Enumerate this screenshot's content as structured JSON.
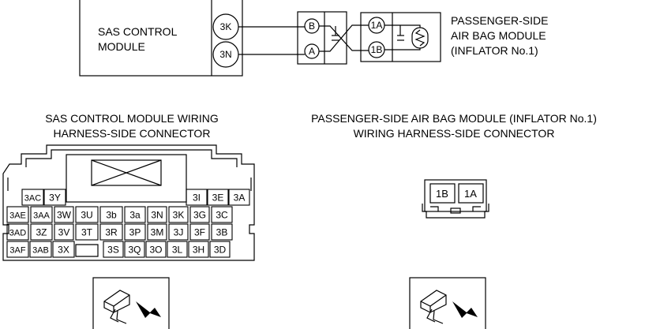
{
  "schematic": {
    "sas_module_line1": "SAS CONTROL",
    "sas_module_line2": "MODULE",
    "sas_pins": [
      "3K",
      "3N"
    ],
    "mid_connector_pins": [
      "B",
      "A"
    ],
    "airbag_pins": [
      "1A",
      "1B"
    ],
    "airbag_label_line1": "PASSENGER-SIDE",
    "airbag_label_line2": "AIR BAG MODULE",
    "airbag_label_line3": "(INFLATOR No.1)"
  },
  "sas_connector": {
    "title_line1": "SAS CONTROL MODULE WIRING",
    "title_line2": "HARNESS-SIDE CONNECTOR",
    "row1_left": [
      "3AC",
      "3Y"
    ],
    "row1_right": [
      "3I",
      "3E",
      "3A"
    ],
    "row2": [
      "3AE",
      "3AA",
      "3W",
      "3U",
      "3b",
      "3a",
      "3N",
      "3K",
      "3G",
      "3C"
    ],
    "row3": [
      "3AD",
      "3Z",
      "3V",
      "3T",
      "3R",
      "3P",
      "3M",
      "3J",
      "3F",
      "3B"
    ],
    "row4_left": [
      "3AF",
      "3AB",
      "3X"
    ],
    "row4_right": [
      "3S",
      "3Q",
      "3O",
      "3L",
      "3H",
      "3D"
    ]
  },
  "airbag_connector": {
    "title_line1": "PASSENGER-SIDE AIR BAG MODULE (INFLATOR No.1)",
    "title_line2": "WIRING HARNESS-SIDE CONNECTOR",
    "pins": [
      "1B",
      "1A"
    ]
  }
}
